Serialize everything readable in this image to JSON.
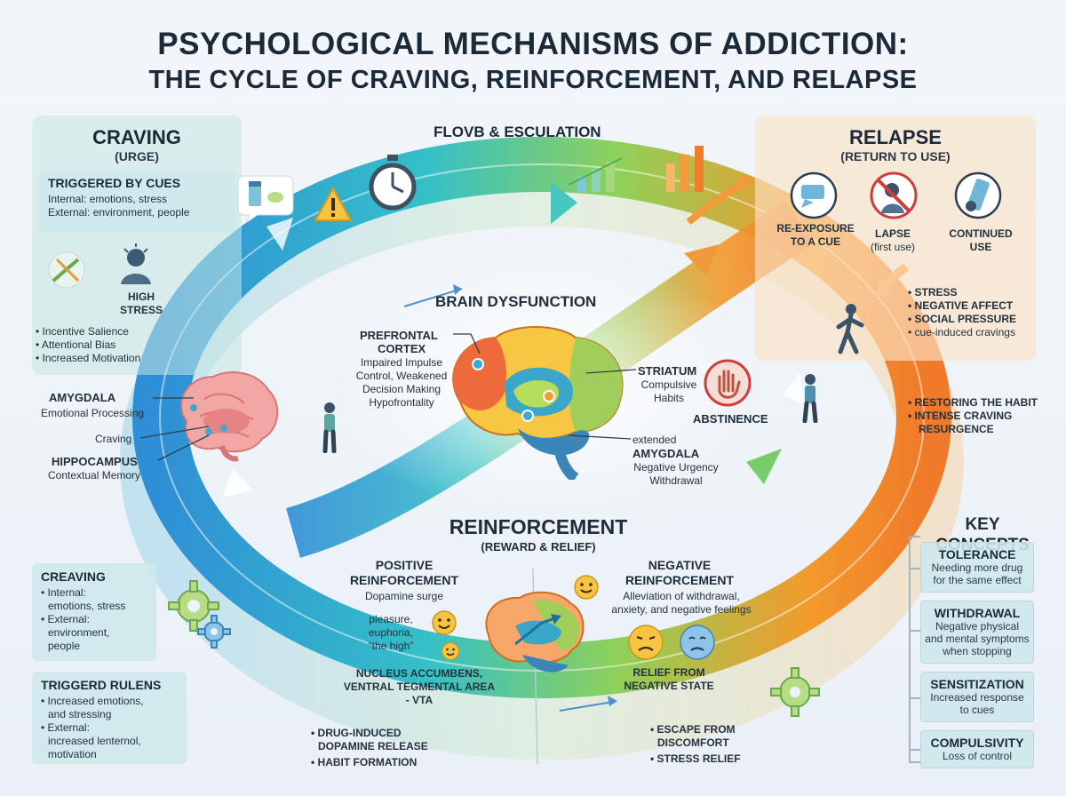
{
  "title": {
    "line1": "PSYCHOLOGICAL MECHANISMS OF ADDICTION:",
    "line2": "THE CYCLE OF CRAVING, REINFORCEMENT, AND RELAPSE"
  },
  "flow_label": "FLOVB & ESCULATION",
  "craving": {
    "title": "CRAVING",
    "subtitle": "(URGE)",
    "cues": {
      "title": "TRIGGERED BY CUES",
      "items": [
        "Internal: emotions, stress",
        "External: environment, people"
      ]
    },
    "stress_label_1": "HIGH",
    "stress_label_2": "STRESS",
    "items": [
      "Incentive Salience",
      "Attentional Bias",
      "Increased Motivation"
    ]
  },
  "brain_left": {
    "amygdala": "AMYGDALA",
    "amygdala_desc": "Emotional Processing",
    "craving": "Craving",
    "hippocampus": "HIPPOCAMPUS",
    "hippocampus_desc": "Contextual Memory"
  },
  "brain_dysfunction": {
    "title": "BRAIN DYSFUNCTION",
    "pfc_1": "PREFRONTAL",
    "pfc_2": "CORTEX",
    "pfc_desc": [
      "Impaired Impulse",
      "Control, Weakened",
      "Decision Making",
      "Hypofrontality"
    ],
    "striatum": "STRIATUM",
    "striatum_desc": [
      "Compulsive",
      "Habits"
    ],
    "ext": "extended",
    "amygdala": "AMYGDALA",
    "amygdala_desc": [
      "Negative Urgency",
      "Withdrawal"
    ]
  },
  "abstinence": "ABSTINENCE",
  "relapse": {
    "title": "RELAPSE",
    "subtitle": "(RETURN TO USE)",
    "steps": [
      {
        "l1": "RE-EXPOSURE",
        "l2": "TO A CUE"
      },
      {
        "l1": "LAPSE",
        "l2": "(first use)"
      },
      {
        "l1": "CONTINUED",
        "l2": "USE"
      }
    ],
    "triggers": [
      "STRESS",
      "NEGATIVE AFFECT",
      "SOCIAL PRESSURE",
      "cue-induced cravings"
    ]
  },
  "restore": [
    "RESTORING THE HABIT",
    "INTENSE CRAVING"
  ],
  "restore_cont": "RESURGENCE",
  "reinforcement": {
    "title": "REINFORCEMENT",
    "subtitle": "(REWARD & RELIEF)",
    "positive": {
      "t1": "POSITIVE",
      "t2": "REINFORCEMENT",
      "desc": "Dopamine surge",
      "pleasure": [
        "pleasure,",
        "euphoria,",
        "“the high”"
      ],
      "nucleus": [
        "NUCLEUS ACCUMBENS,",
        "VENTRAL TEGMENTAL AREA",
        "- VTA"
      ],
      "items": [
        "DRUG-INDUCED",
        "DOPAMINE RELEASE"
      ],
      "item2": "HABIT FORMATION"
    },
    "negative": {
      "t1": "NEGATIVE",
      "t2": "REINFORCEMENT",
      "desc": [
        "Alleviation of withdrawal,",
        "anxiety, and negative feelings"
      ],
      "relief": [
        "RELIEF FROM",
        "NEGATIVE STATE"
      ],
      "items": [
        "ESCAPE FROM",
        "DISCOMFORT"
      ],
      "item2": "STRESS RELIEF"
    }
  },
  "bottom_left": {
    "craving": {
      "title": "CREAVING",
      "items": [
        [
          "Internal:",
          "emotions, stress"
        ],
        [
          "External:",
          "environment,",
          "people"
        ]
      ]
    },
    "triggers": {
      "title": "TRIGGERD RULENS",
      "items": [
        [
          "Increased emotions,",
          "and stressing"
        ],
        [
          "External:",
          "increased lenternol,",
          "motivation"
        ]
      ]
    }
  },
  "key_concepts": {
    "title1": "KEY",
    "title2": "CONCEPTS",
    "items": [
      {
        "name": "TOLERANCE",
        "desc": [
          "Needing more drug",
          "for the same effect"
        ]
      },
      {
        "name": "WITHDRAWAL",
        "desc": [
          "Negative physical",
          "and mental symptoms",
          "when stopping"
        ]
      },
      {
        "name": "SENSITIZATION",
        "desc": [
          "Increased response",
          "to cues"
        ]
      },
      {
        "name": "COMPULSIVITY",
        "desc": [
          "Loss of control"
        ]
      }
    ]
  },
  "colors": {
    "ring_blue": "#2f8fd6",
    "ring_teal": "#35c0c8",
    "ring_green": "#8fd05a",
    "ring_orange": "#f39a2c",
    "panel_teal": "#c4e6e2",
    "panel_peach": "#fae2c4"
  },
  "icons": [
    "pill-bottle-icon",
    "warning-icon",
    "stopwatch-icon",
    "growth-chart-icon",
    "syringe-icon",
    "stressed-person-icon",
    "brain-icon",
    "hand-stop-icon",
    "smile-icon",
    "sad-face-icon",
    "gear-icon",
    "walking-person-icon"
  ]
}
